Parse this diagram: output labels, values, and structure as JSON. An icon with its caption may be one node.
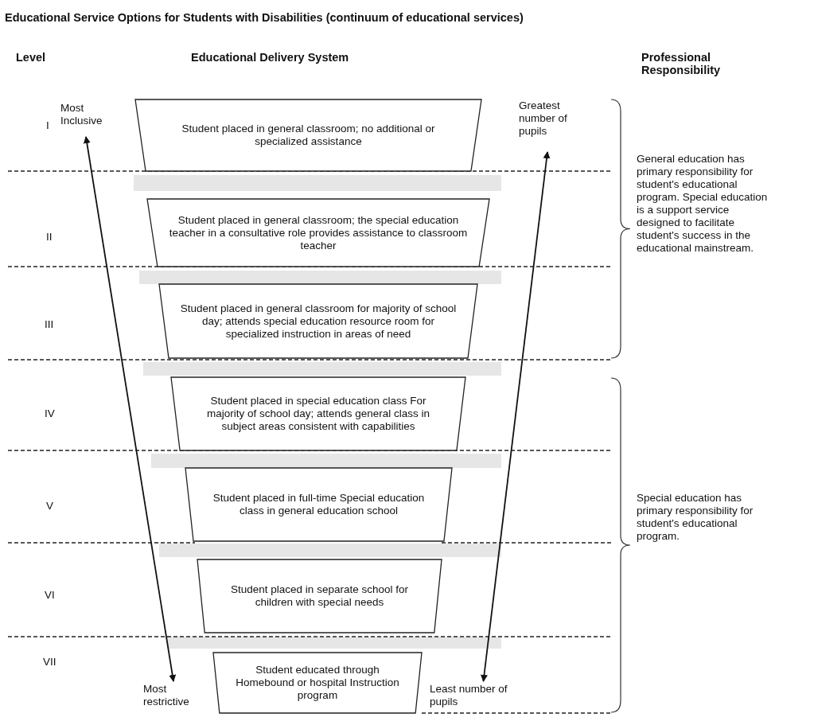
{
  "diagram": {
    "title": "Educational Service Options for Students with Disabilities (continuum of educational services)",
    "nodes": [
      {
        "text": [
          "Most Inclusive"
        ]
      },
      {
        "text": [
          "Greatest number of pupils"
        ]
      },
      {
        "text": [
          "Student placed in general classroom; no additional or specialized assistance"
        ]
      },
      {
        "text": [
          "Student placed in general classroom; the special education teacher in a consultative role provides assistance to classroom teacher"
        ]
      },
      {
        "text": [
          "Student placed in general classroom for majority of school day; attends special education resource room for specialized instruction in areas of need"
        ]
      },
      {
        "text": [
          "Student placed in special education class For majority of school day; attends general class in subject areas consistent with capabilities"
        ]
      },
      {
        "text": [
          "Student placed in full-time Special education class in general education school"
        ]
      },
      {
        "text": [
          "Student placed in separate school for children with special needs"
        ]
      },
      {
        "text": [
          "Student educated through Homebound or hospital Instruction program"
        ]
      },
      {
        "text": [
          "Most restrictive"
        ]
      },
      {
        "text": [
          "Least number of pupils"
        ]
      }
    ],
    "edges": [
      {
        "from": 0,
        "to": 9,
        "arrow": "both"
      },
      {
        "from": 1,
        "to": 10,
        "arrow": "both"
      }
    ],
    "labels": [
      "Level",
      "Educational Delivery System",
      "Professional Responsibility",
      "I",
      "II",
      "III",
      "IV",
      "V",
      "VI",
      "VII",
      "General education has primary responsibility for student's educational program.  Special education is a support service designed to facilitate student's success in the educational mainstream.",
      "Special education has primary responsibility for student's educational program."
    ]
  }
}
